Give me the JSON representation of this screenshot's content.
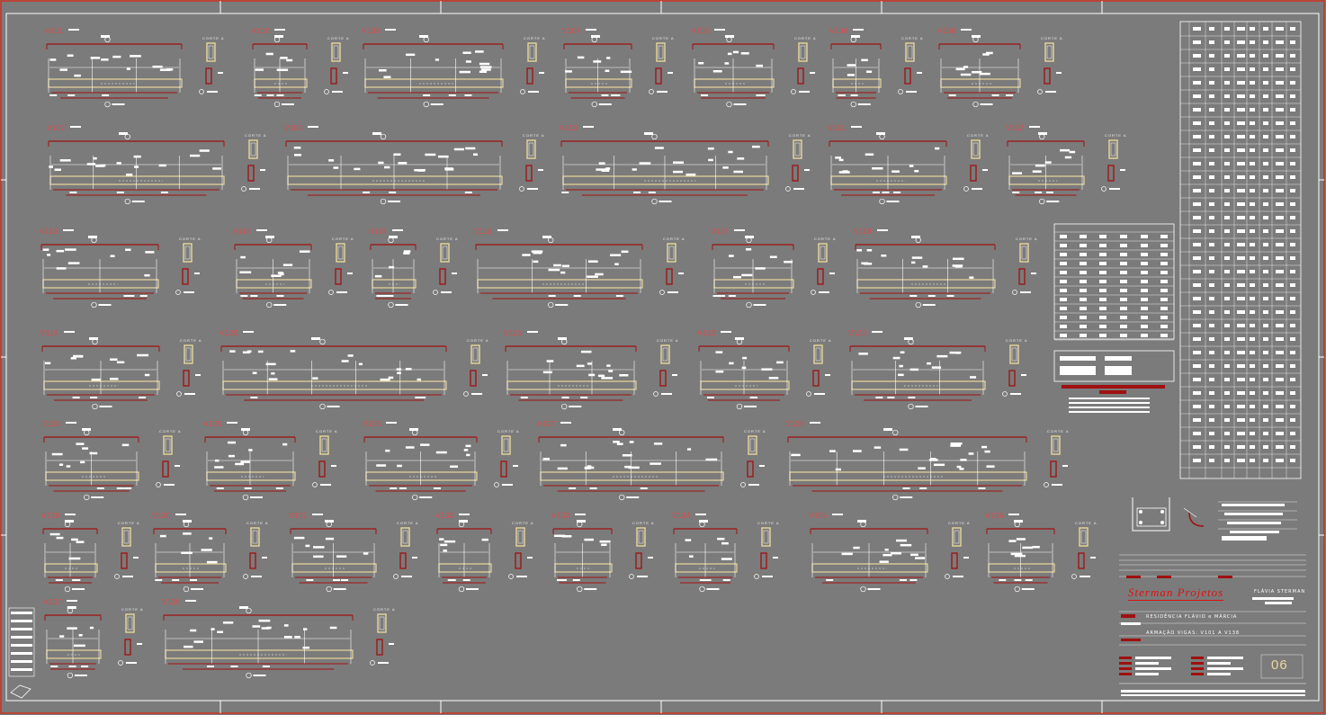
{
  "colors": {
    "background": "#7b7b7b",
    "frame": "#ffffff",
    "border": "#cc3322",
    "rebar": "#a01010",
    "beam": "#e8d89a",
    "text": "#ffffff",
    "label": "#e04a4a"
  },
  "beams": [
    {
      "id": "V101",
      "w": 150
    },
    {
      "id": "V102",
      "w": 60
    },
    {
      "id": "V103",
      "w": 155
    },
    {
      "id": "V104",
      "w": 75
    },
    {
      "id": "V105",
      "w": 90
    },
    {
      "id": "V106",
      "w": 55
    },
    {
      "id": "V108",
      "w": 90
    },
    {
      "id": "V107",
      "w": 195
    },
    {
      "id": "V109",
      "w": 240
    },
    {
      "id": "V110",
      "w": 230
    },
    {
      "id": "V111",
      "w": 130
    },
    {
      "id": "V112",
      "w": 85
    },
    {
      "id": "V113",
      "w": 130
    },
    {
      "id": "V114",
      "w": 85
    },
    {
      "id": "V115",
      "w": 50
    },
    {
      "id": "V116",
      "w": 185
    },
    {
      "id": "V117",
      "w": 90
    },
    {
      "id": "V118",
      "w": 155
    },
    {
      "id": "V119",
      "w": 130
    },
    {
      "id": "V120",
      "w": 250
    },
    {
      "id": "V121",
      "w": 145
    },
    {
      "id": "V122",
      "w": 100
    },
    {
      "id": "V123",
      "w": 150
    },
    {
      "id": "V124",
      "w": 105
    },
    {
      "id": "V125",
      "w": 100
    },
    {
      "id": "V126",
      "w": 125
    },
    {
      "id": "V127",
      "w": 205
    },
    {
      "id": "V128",
      "w": 265
    },
    {
      "id": "V129",
      "w": 60
    },
    {
      "id": "V130",
      "w": 80
    },
    {
      "id": "V131",
      "w": 95
    },
    {
      "id": "V132",
      "w": 60
    },
    {
      "id": "V133",
      "w": 65
    },
    {
      "id": "V134",
      "w": 70
    },
    {
      "id": "V135",
      "w": 130
    },
    {
      "id": "V136",
      "w": 75
    },
    {
      "id": "V137",
      "w": 62
    },
    {
      "id": "V138",
      "w": 210
    }
  ],
  "section_label": "CORTE A",
  "title_block": {
    "firm": "Sterman Projetos",
    "owner": "FLÁVIA STERMAN",
    "project": "RESIDÊNCIA FLÁVIO e MÁRCIA",
    "drawing_title": "ARMAÇÃO VIGAS: V101 A V138",
    "sheet_number": "06"
  }
}
